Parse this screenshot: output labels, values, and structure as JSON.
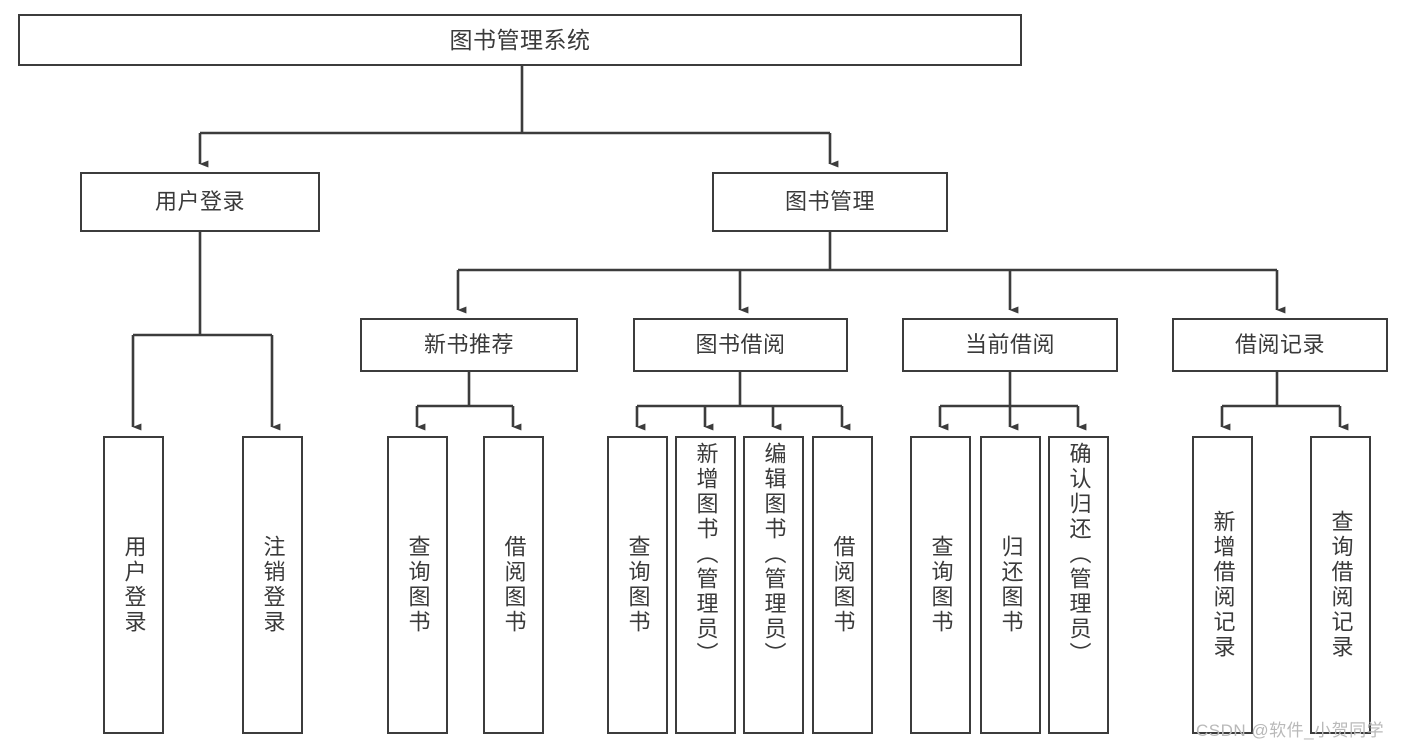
{
  "diagram": {
    "title": "图书管理系统",
    "type": "hierarchy-tree",
    "watermark": "CSDN @软件_小贺同学",
    "colors": {
      "box_border": "#3c3c3c",
      "box_fill": "#ffffff",
      "text": "#3a3a3a",
      "connector": "#3c3c3c",
      "watermark": "#b9b9b9",
      "background": "#ffffff"
    },
    "root": {
      "label": "图书管理系统"
    },
    "level2": [
      {
        "id": "user-login",
        "label": "用户登录"
      },
      {
        "id": "book-management",
        "label": "图书管理"
      }
    ],
    "level3": [
      {
        "id": "new-book-recommend",
        "label": "新书推荐",
        "parent": "book-management"
      },
      {
        "id": "book-borrow",
        "label": "图书借阅",
        "parent": "book-management"
      },
      {
        "id": "current-borrow",
        "label": "当前借阅",
        "parent": "book-management"
      },
      {
        "id": "borrow-record",
        "label": "借阅记录",
        "parent": "book-management"
      }
    ],
    "leaves": [
      {
        "id": "leaf-user-login",
        "label": "用户登录",
        "parent": "user-login"
      },
      {
        "id": "leaf-user-logout",
        "label": "注销登录",
        "parent": "user-login"
      },
      {
        "id": "leaf-query-book-1",
        "label": "查询图书",
        "parent": "new-book-recommend"
      },
      {
        "id": "leaf-borrow-book-1",
        "label": "借阅图书",
        "parent": "new-book-recommend"
      },
      {
        "id": "leaf-query-book-2",
        "label": "查询图书",
        "parent": "book-borrow"
      },
      {
        "id": "leaf-add-book",
        "label": "新增图书（管理员）",
        "parent": "book-borrow"
      },
      {
        "id": "leaf-edit-book",
        "label": "编辑图书（管理员）",
        "parent": "book-borrow"
      },
      {
        "id": "leaf-borrow-book-2",
        "label": "借阅图书",
        "parent": "book-borrow"
      },
      {
        "id": "leaf-query-book-3",
        "label": "查询图书",
        "parent": "current-borrow"
      },
      {
        "id": "leaf-return-book",
        "label": "归还图书",
        "parent": "current-borrow"
      },
      {
        "id": "leaf-confirm-return",
        "label": "确认归还（管理员）",
        "parent": "current-borrow"
      },
      {
        "id": "leaf-add-record",
        "label": "新增借阅记录",
        "parent": "borrow-record"
      },
      {
        "id": "leaf-query-record",
        "label": "查询借阅记录",
        "parent": "borrow-record"
      }
    ]
  }
}
